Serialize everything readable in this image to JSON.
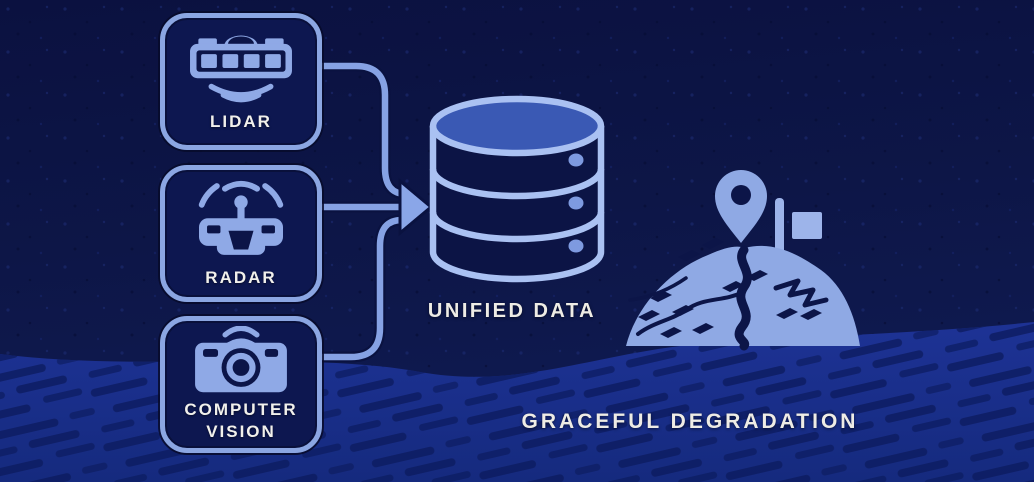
{
  "meta": {
    "title": "Sensor fusion to unified data diagram"
  },
  "sensors": [
    {
      "label": "LIDAR",
      "icon": "lidar-sensor-icon"
    },
    {
      "label": "RADAR",
      "icon": "radar-sensor-icon"
    },
    {
      "label": "COMPUTER VISION",
      "icon": "camera-icon"
    }
  ],
  "hub": {
    "label": "UNIFIED DATA",
    "icon": "database-icon"
  },
  "outcome": {
    "label": "GRACEFUL DEGRADATION",
    "icon": "terrain-map-icon",
    "markers": [
      "location-pin-icon",
      "flag-icon"
    ]
  },
  "colors": {
    "background_dark": "#0d1647",
    "background_band": "#1b2f8e",
    "panel_fill": "#0d1750",
    "panel_border": "#8ba6e2",
    "connector": "#86a2e4",
    "icon_light": "#8fa9e6",
    "icon_dark": "#0c1548",
    "database_outline": "#aac1f2",
    "database_top_fill": "#3a59b4",
    "text_light": "#f1f0ec"
  }
}
